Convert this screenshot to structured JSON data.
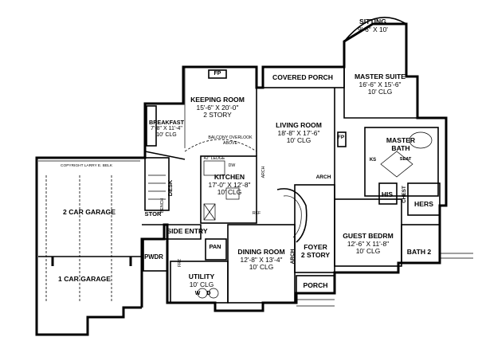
{
  "copyright": "COPYRIGHT LARRY E. BELK",
  "rooms": {
    "sitting": {
      "name": "SITTING",
      "size": "9'-6\" X 10'"
    },
    "master_suite": {
      "name": "MASTER SUITE",
      "size": "16'-6\" X 15'-6\"",
      "ceiling": "10' CLG"
    },
    "covered_porch": {
      "name": "COVERED PORCH"
    },
    "keeping_room": {
      "name": "KEEPING ROOM",
      "size": "15'-6\" X 20'-0\"",
      "note": "2 STORY"
    },
    "breakfast": {
      "name": "BREAKFAST",
      "size": "7'-8\" X 11'-4\"",
      "ceiling": "10' CLG"
    },
    "living_room": {
      "name": "LIVING ROOM",
      "size": "18'-8\" X 17'-6\"",
      "ceiling": "10' CLG"
    },
    "master_bath": {
      "name": "MASTER",
      "name2": "BATH"
    },
    "kitchen": {
      "name": "KITCHEN",
      "size": "17'-0\" X 12'-8\"",
      "ceiling": "10' CLG"
    },
    "his": {
      "name": "HIS"
    },
    "hers": {
      "name": "HERS"
    },
    "garage2": {
      "name": "2 CAR GARAGE"
    },
    "garage1": {
      "name": "1 CAR GARAGE"
    },
    "guest": {
      "name": "GUEST BEDRM",
      "size": "12'-6\" X 11'-8\"",
      "ceiling": "10' CLG"
    },
    "side_entry": {
      "name": "SIDE ENTRY"
    },
    "dining": {
      "name": "DINING ROOM",
      "size": "12'-8\" X 13'-4\"",
      "ceiling": "10' CLG"
    },
    "foyer": {
      "name": "FOYER",
      "note": "2 STORY"
    },
    "utility": {
      "name": "UTILITY",
      "ceiling": "10' CLG"
    },
    "porch": {
      "name": "PORCH"
    },
    "bath2": {
      "name": "BATH 2"
    }
  },
  "small_labels": {
    "fp_keeping": "FP",
    "fp_living": "FP",
    "stor": "STOR",
    "desk": "DESK",
    "bench": "BENCH",
    "pan": "PAN",
    "pwdr": "PWDR",
    "arch_living": "ARCH",
    "arch_foyer": "ARCH",
    "arch_kitchen": "ARCH",
    "chest": "CHEST",
    "ks": "KS",
    "seat": "SEAT",
    "w": "W",
    "d": "D",
    "frz": "FRZ",
    "ref": "REF",
    "balcony": "BALCONY OVERLOOK",
    "above": "ABOVE",
    "ledge": "42\" LEDGE",
    "dw": "DW"
  }
}
